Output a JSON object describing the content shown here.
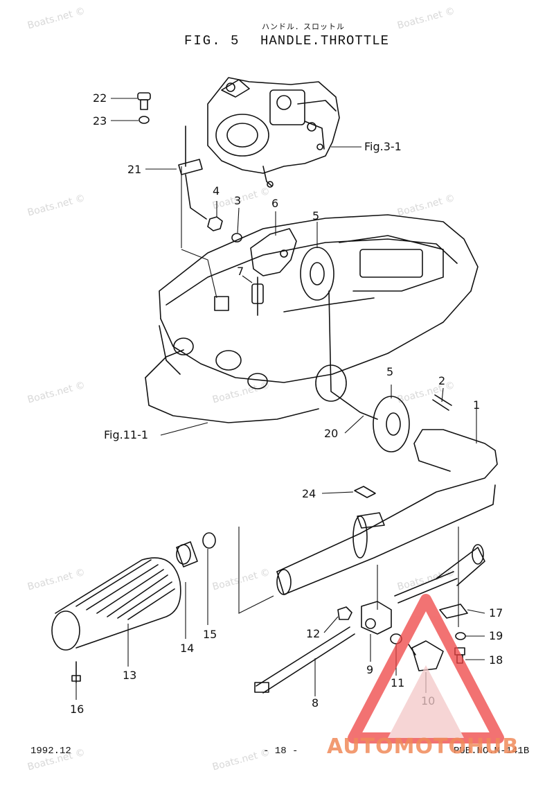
{
  "header": {
    "title_jp": "ハンドル．スロットル",
    "fig_label": "FIG.  5",
    "title": "HANDLE.THROTTLE"
  },
  "watermark": "Boats.net ©",
  "callouts": [
    {
      "id": "c22",
      "label": "22"
    },
    {
      "id": "c23",
      "label": "23"
    },
    {
      "id": "c21",
      "label": "21"
    },
    {
      "id": "c4",
      "label": "4"
    },
    {
      "id": "c3",
      "label": "3"
    },
    {
      "id": "c6",
      "label": "6"
    },
    {
      "id": "c5a",
      "label": "5"
    },
    {
      "id": "c7",
      "label": "7"
    },
    {
      "id": "c5b",
      "label": "5"
    },
    {
      "id": "c2",
      "label": "2"
    },
    {
      "id": "c1",
      "label": "1"
    },
    {
      "id": "c20",
      "label": "20"
    },
    {
      "id": "c24",
      "label": "24"
    },
    {
      "id": "c17",
      "label": "17"
    },
    {
      "id": "c19",
      "label": "19"
    },
    {
      "id": "c18",
      "label": "18"
    },
    {
      "id": "c12",
      "label": "12"
    },
    {
      "id": "c9",
      "label": "9"
    },
    {
      "id": "c11",
      "label": "11"
    },
    {
      "id": "c10",
      "label": "10"
    },
    {
      "id": "c8",
      "label": "8"
    },
    {
      "id": "c14",
      "label": "14"
    },
    {
      "id": "c15",
      "label": "15"
    },
    {
      "id": "c13",
      "label": "13"
    },
    {
      "id": "c16",
      "label": "16"
    }
  ],
  "refs": {
    "fig3": "Fig.3-1",
    "fig11": "Fig.11-1"
  },
  "footer": {
    "date": "1992.12",
    "page": "- 18 -",
    "pub": "PUB.NO.M-141B"
  },
  "logo": {
    "text": "AUTOMOTOHUB",
    "color_primary": "#f08060",
    "color_secondary": "#c0c0c0"
  }
}
